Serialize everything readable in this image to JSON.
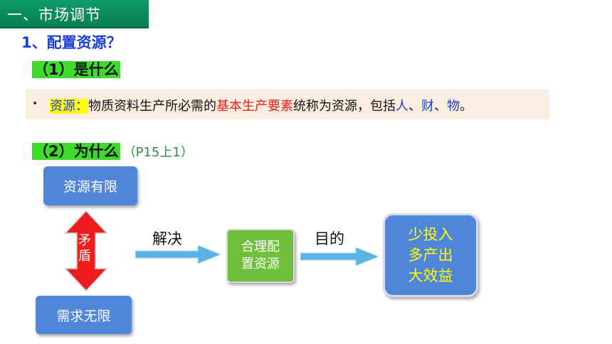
{
  "section_title": "一、市场调节",
  "heading1": "1、配置资源？",
  "q1": "（1）是什么",
  "definition": {
    "bullet": "•",
    "term": "资源：",
    "text_a": "物质资料生产所必需的",
    "key_phrase": "基本生产要素",
    "text_b": "统称为资源，包括",
    "item_people": "人",
    "sep1": "、",
    "item_money": "财",
    "sep2": "、",
    "item_things": "物",
    "end": "。"
  },
  "q2": "（2）为什么",
  "q2_ref": "（P15上1）",
  "diagram": {
    "limited": "资源有限",
    "contradiction_1": "矛",
    "contradiction_2": "盾",
    "demand": "需求无限",
    "solve_label": "解决",
    "allocate_1": "合理配",
    "allocate_2": "置资源",
    "goal_label": "目的",
    "goal_1": "少投入",
    "goal_2": "多产出",
    "goal_3": "大效益"
  },
  "colors": {
    "header_green": "#0f9a6a",
    "highlight_green": "#3ddc2a",
    "box_blue": "#4f86d9",
    "box_green": "#6fbf3d",
    "arrow_blue": "#5ab3e6",
    "red": "#e0201e",
    "title_blue": "#1a3fd6"
  }
}
